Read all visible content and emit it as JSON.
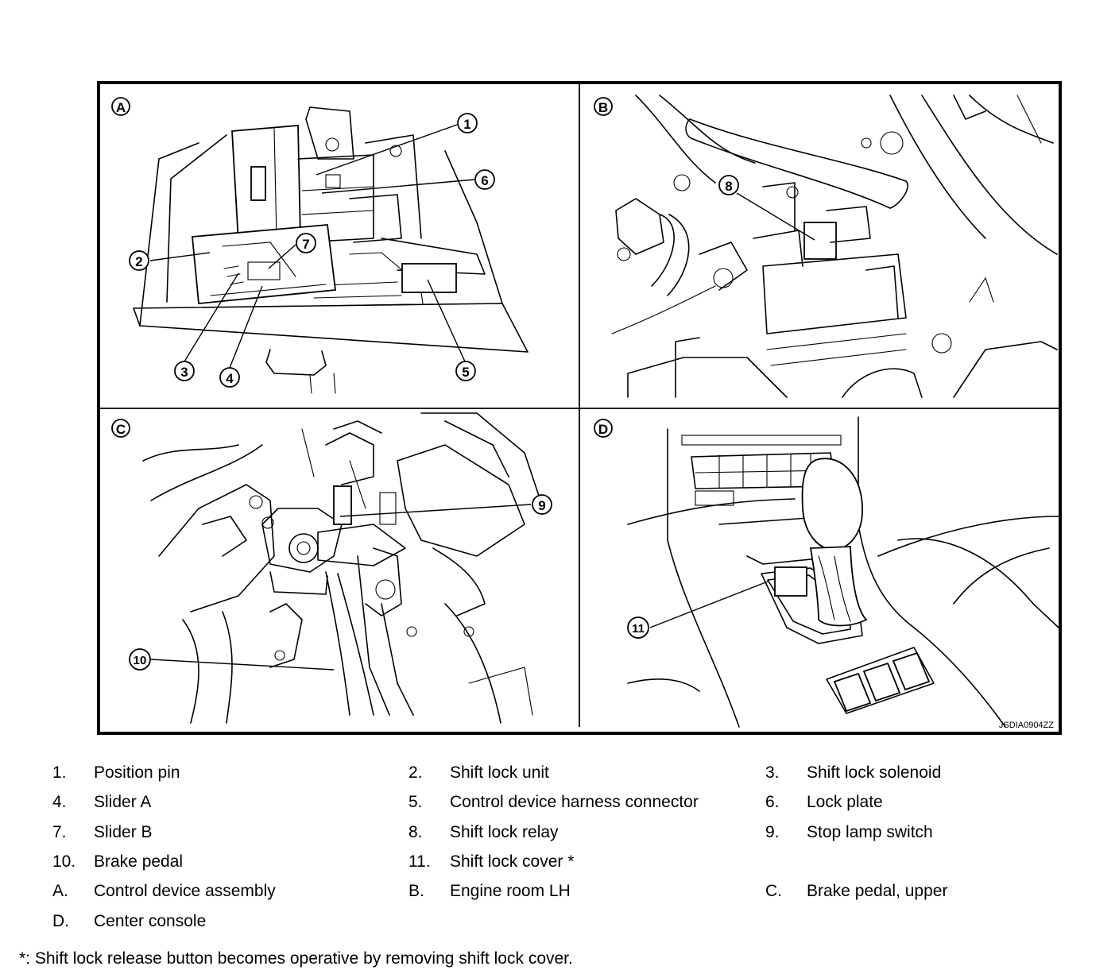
{
  "figure": {
    "panels": [
      {
        "letter": "A",
        "name": "control-device-assembly"
      },
      {
        "letter": "B",
        "name": "engine-room-lh"
      },
      {
        "letter": "C",
        "name": "brake-pedal-upper"
      },
      {
        "letter": "D",
        "name": "center-console"
      }
    ],
    "callouts": [
      "1",
      "2",
      "3",
      "4",
      "5",
      "6",
      "7",
      "8",
      "9",
      "10",
      "11"
    ],
    "figure_code": "JSDIA0904ZZ"
  },
  "legend": [
    {
      "key": "1.",
      "text": "Position pin"
    },
    {
      "key": "2.",
      "text": "Shift lock unit"
    },
    {
      "key": "3.",
      "text": "Shift lock solenoid"
    },
    {
      "key": "4.",
      "text": "Slider A"
    },
    {
      "key": "5.",
      "text": "Control device harness connector"
    },
    {
      "key": "6.",
      "text": "Lock plate"
    },
    {
      "key": "7.",
      "text": "Slider B"
    },
    {
      "key": "8.",
      "text": "Shift lock relay"
    },
    {
      "key": "9.",
      "text": "Stop lamp switch"
    },
    {
      "key": "10.",
      "text": "Brake pedal"
    },
    {
      "key": "11.",
      "text": "Shift lock cover *"
    },
    {
      "key": "A.",
      "text": "Control device assembly"
    },
    {
      "key": "B.",
      "text": "Engine room LH"
    },
    {
      "key": "C.",
      "text": "Brake pedal, upper"
    },
    {
      "key": "D.",
      "text": "Center console"
    }
  ],
  "footnote": "*: Shift lock release button becomes operative by removing shift lock cover."
}
